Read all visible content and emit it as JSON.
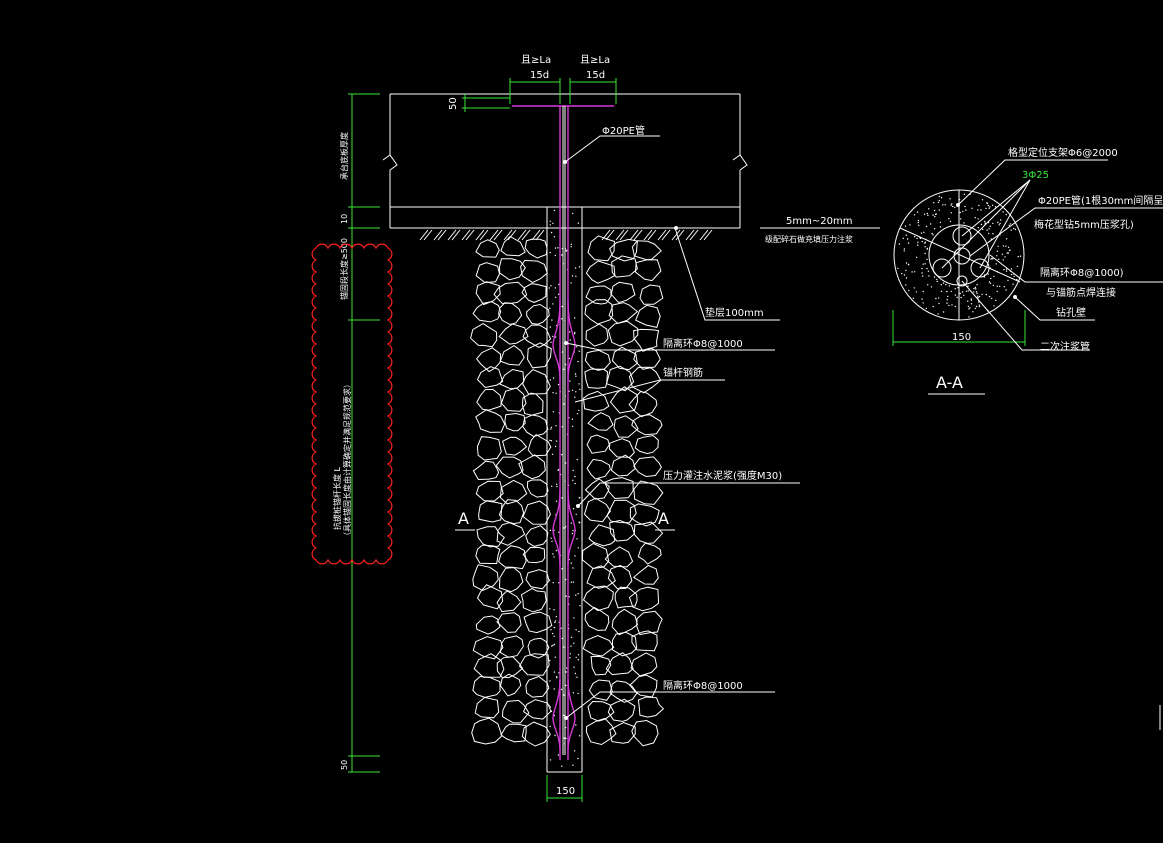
{
  "top_dims": {
    "left_lead": "且≥La",
    "right_lead": "且≥La",
    "left_len": "15d",
    "right_len": "15d",
    "top_offset": "50"
  },
  "left_dims": {
    "slab_thickness": "承台底板厚度",
    "cushion": "10",
    "segment1": "锚固段长度≥500",
    "segment2_line1": "抗拔桩锚杆长度 L",
    "segment2_line2": "（具体锚固长度由计算确定并满足规范要求）",
    "bottom": "50"
  },
  "elevation": {
    "pe_pipe": "Φ20PE管",
    "grading_line1": "5mm~20mm",
    "grading_line2": "级配碎石做充填压力注浆",
    "cushion_label": "垫层100mm",
    "spacer_top": "隔离环Φ8@1000",
    "anchor_bar": "锚杆钢筋",
    "grout": "压力灌注水泥浆(强度M30)",
    "spacer_bottom": "隔离环Φ8@1000",
    "section_mark_left": "A",
    "section_mark_right": "A",
    "bottom_width": "150"
  },
  "section": {
    "title": "A-A",
    "support": "格型定位支架Φ6@2000",
    "bars": "3Φ25",
    "pe_line1": "Φ20PE管(1根30mm间隔呈",
    "pe_line2": "梅花型钻5mm压浆孔)",
    "spacer": "隔离环Φ8@1000)",
    "weld": "与锚筋点焊连接",
    "hole_wall": "钻孔壁",
    "secondary": "二次注浆管",
    "width": "150"
  },
  "colors": {
    "background": "#000000",
    "line": "#ffffff",
    "dimension": "#39e639",
    "rebar": "#d23bd6",
    "revision_cloud": "#ff2020"
  }
}
